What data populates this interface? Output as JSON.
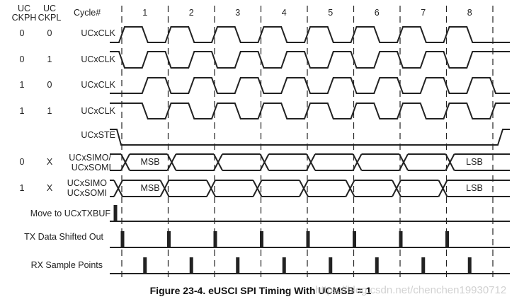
{
  "headers": {
    "ckph_line1": "UC",
    "ckph_line2": "CKPH",
    "ckpl_line1": "UC",
    "ckpl_line2": "CKPL",
    "cycle": "Cycle#"
  },
  "cycles": [
    "1",
    "2",
    "3",
    "4",
    "5",
    "6",
    "7",
    "8"
  ],
  "clock_rows": [
    {
      "ckph": "0",
      "ckpl": "0",
      "signal": "UCxCLK"
    },
    {
      "ckph": "0",
      "ckpl": "1",
      "signal": "UCxCLK"
    },
    {
      "ckph": "1",
      "ckpl": "0",
      "signal": "UCxCLK"
    },
    {
      "ckph": "1",
      "ckpl": "1",
      "signal": "UCxCLK"
    }
  ],
  "ste": {
    "signal": "UCxSTE"
  },
  "data_rows": [
    {
      "ckph": "0",
      "ckpl": "X",
      "signal_line1": "UCxSIMO/",
      "signal_line2": "UCxSOMI",
      "first_bit": "MSB",
      "last_bit": "LSB"
    },
    {
      "ckph": "1",
      "ckpl": "X",
      "signal_line1": "UCxSIMO",
      "signal_line2": "UCxSOMI",
      "first_bit": "MSB",
      "last_bit": "LSB"
    }
  ],
  "events": {
    "move": "Move to UCxTXBUF",
    "tx": "TX Data Shifted Out",
    "rx": "RX Sample Points"
  },
  "caption": "Figure 23-4. eUSCI SPI Timing With UCMSB = 1",
  "watermark": "https://blog.csdn.net/chenchen19930712"
}
